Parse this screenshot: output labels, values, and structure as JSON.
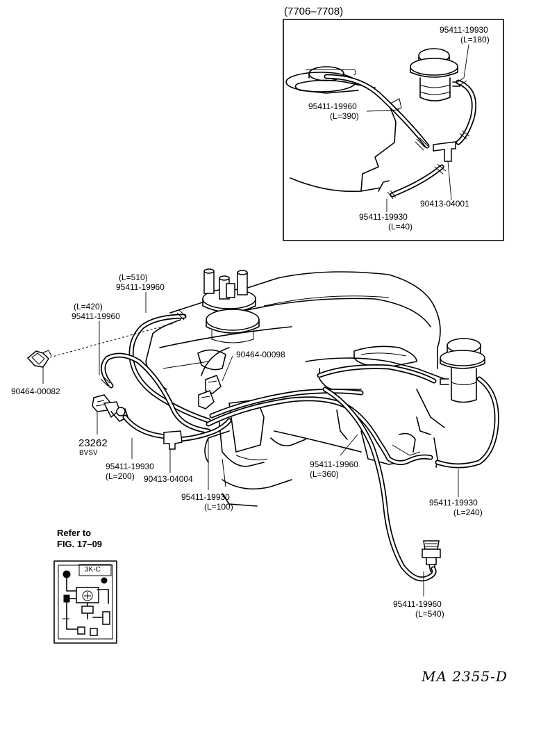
{
  "inset_top": {
    "title": "(7706–7708)",
    "labels": {
      "hose_180_part": "95411-19930",
      "hose_180_len": "(L=180)",
      "hose_390_part": "95411-19960",
      "hose_390_len": "(L=390)",
      "tee_part": "90413-04001",
      "hose_40_part": "95411-19930",
      "hose_40_len": "(L=40)"
    }
  },
  "main": {
    "labels": {
      "hose_510_len": "(L=510)",
      "hose_510_part": "95411-19960",
      "hose_420_len": "(L=420)",
      "hose_420_part": "95411-19960",
      "clip_part": "90464-00082",
      "clamp_part": "90464-00098",
      "bvsv_part": "23262",
      "bvsv_name": "BVSV",
      "hose_200_part": "95411-19930",
      "hose_200_len": "(L=200)",
      "tee_part": "90413-04004",
      "hose_100_part": "95411-19930",
      "hose_100_len": "(L=100)",
      "hose_360_part": "95411-19960",
      "hose_360_len": "(L=360)",
      "hose_240_part": "95411-19930",
      "hose_240_len": "(L=240)",
      "hose_540_part": "95411-19960",
      "hose_540_len": "(L=540)"
    }
  },
  "reference": {
    "line1": "Refer to",
    "line2": "FIG. 17–09",
    "thumb_text": "3K-C"
  },
  "footer": {
    "code": "MA 2355-D"
  }
}
